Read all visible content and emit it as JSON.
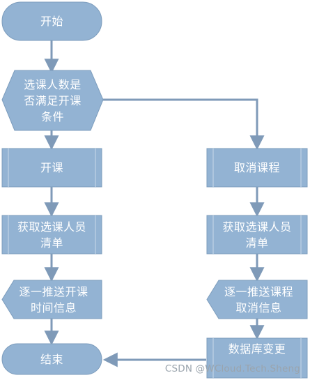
{
  "nodes": {
    "start": "开始",
    "decision": "选课人数是\n否满足开课\n条件",
    "open_course": "开课",
    "cancel_course": "取消课程",
    "get_list_left": "获取选课人员\n清单",
    "get_list_right": "获取选课人员\n清单",
    "notify_open": "逐一推送开课\n时间信息",
    "notify_cancel": "逐一推送课程\n取消信息",
    "end": "结束",
    "db_change": "数据库变更"
  },
  "watermark": "CSDN @WCloud.Tech.Sheng",
  "colors": {
    "node_fill": "#93b3d3",
    "node_stroke": "#7d9dbd",
    "edge": "#7f9ab8",
    "text": "#ffffff"
  }
}
